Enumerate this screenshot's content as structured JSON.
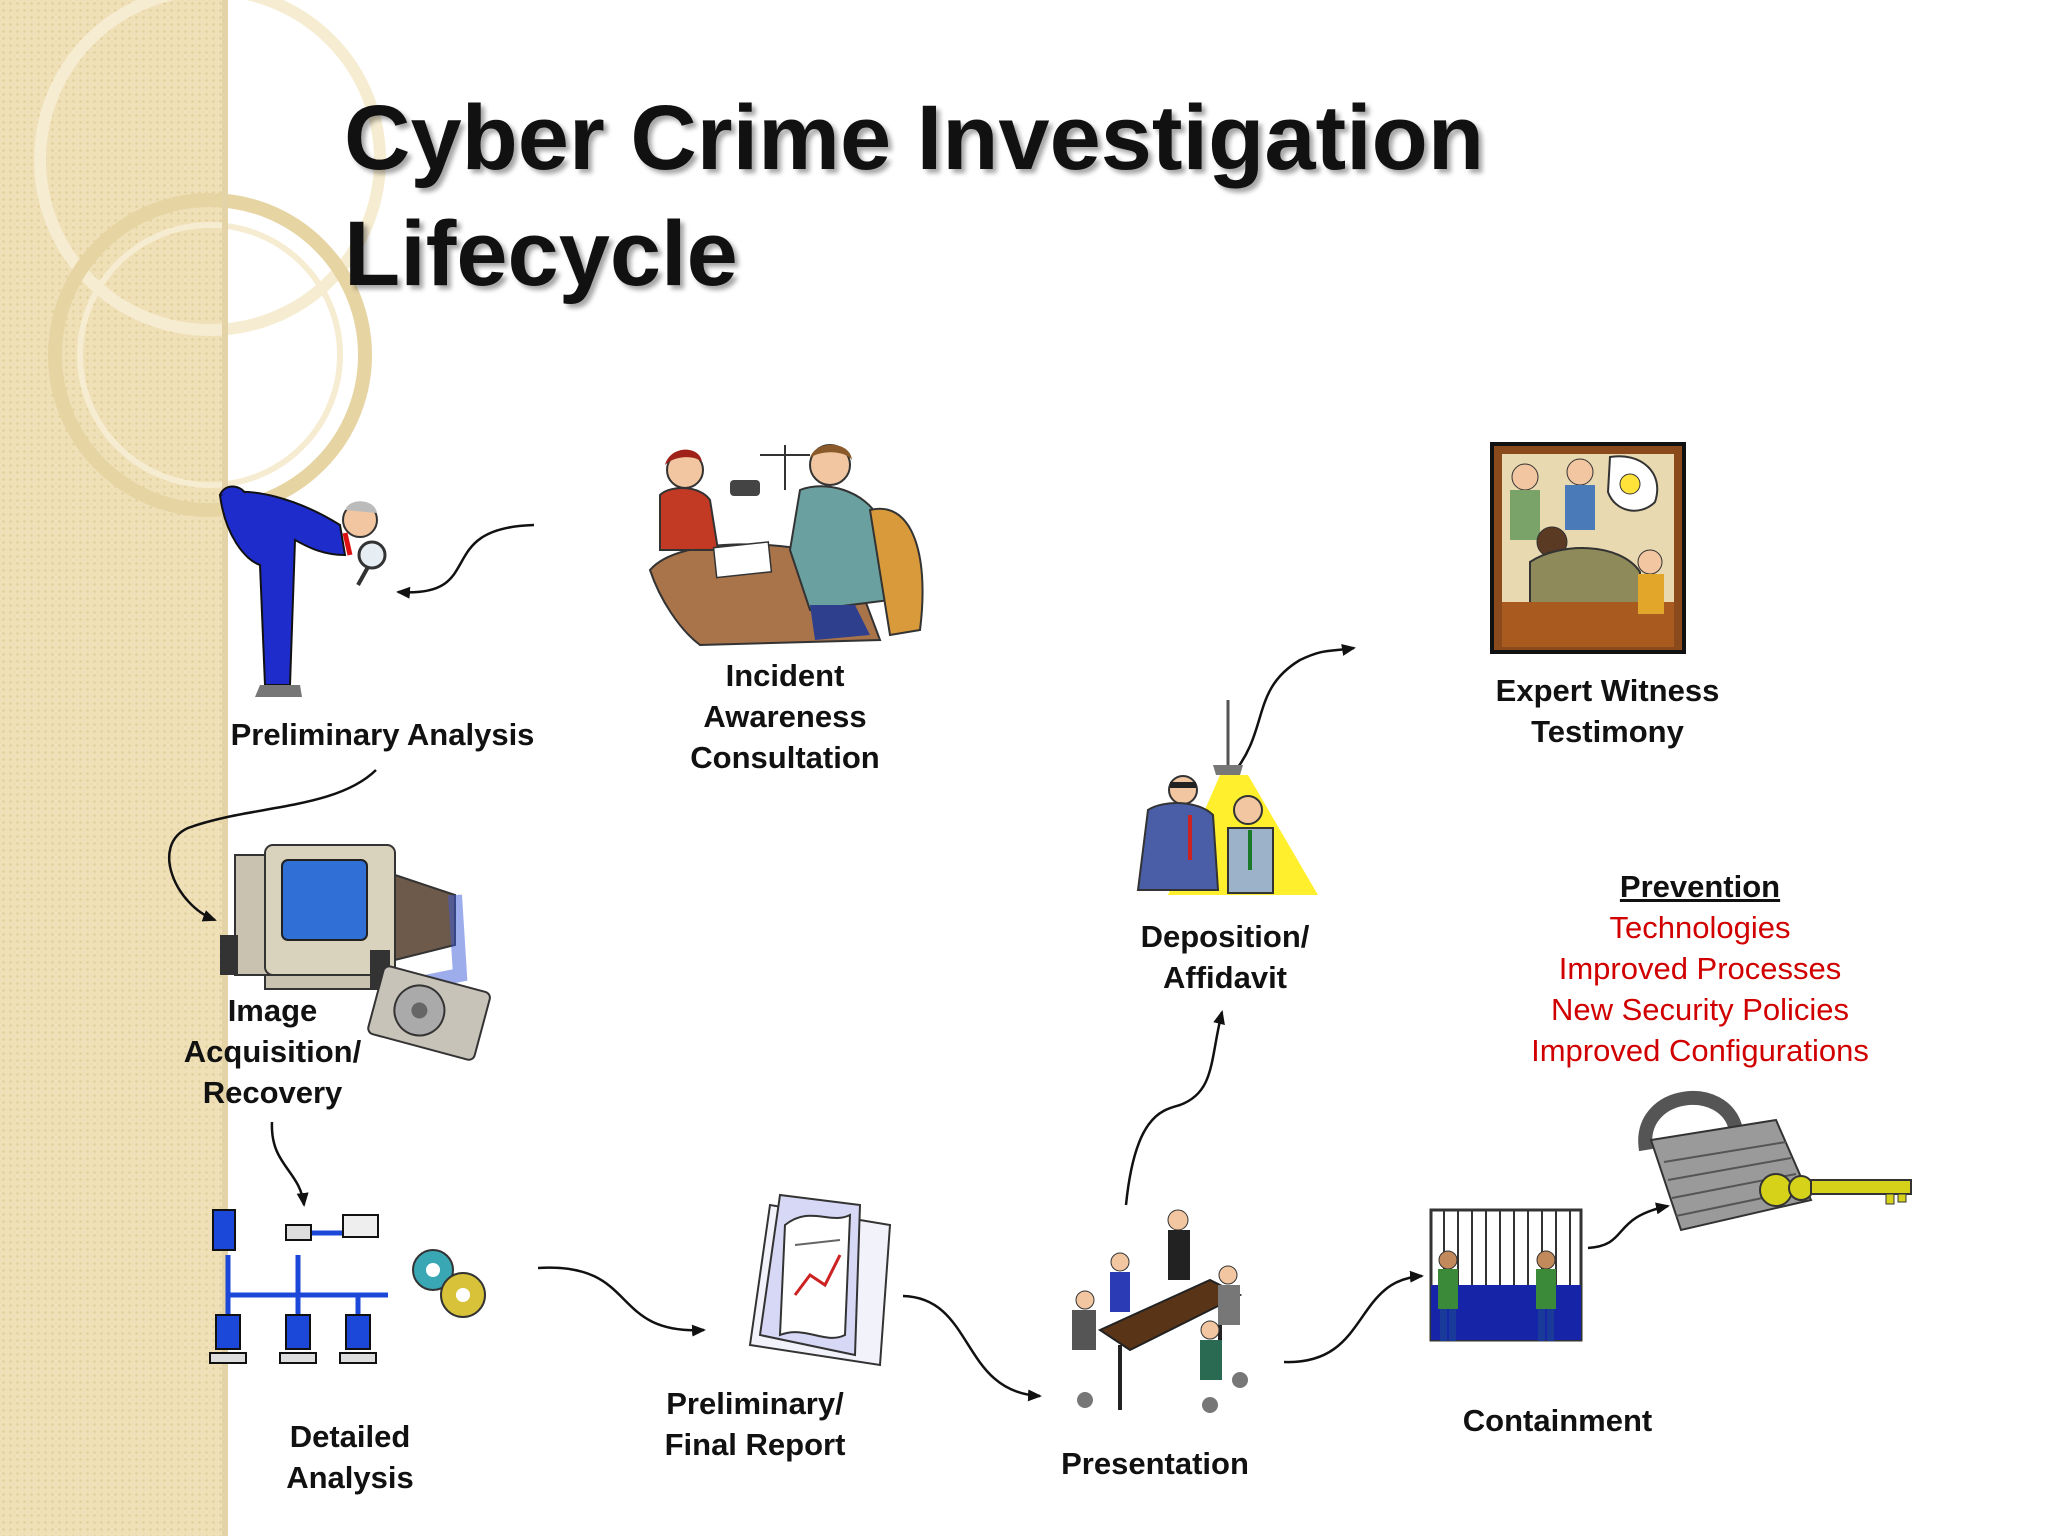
{
  "title": {
    "line1": "Cyber Crime Investigation",
    "line2": "Lifecycle"
  },
  "steps": {
    "incident": [
      "Incident",
      "Awareness",
      "Consultation"
    ],
    "preliminary_analysis": [
      "Preliminary Analysis"
    ],
    "image_acquisition": [
      "Image",
      "Acquisition/",
      "Recovery"
    ],
    "detailed_analysis": [
      "Detailed",
      "Analysis"
    ],
    "report": [
      "Preliminary/",
      "Final Report"
    ],
    "presentation": [
      "Presentation"
    ],
    "deposition": [
      "Deposition/",
      "Affidavit"
    ],
    "expert_witness": [
      "Expert Witness",
      "Testimony"
    ],
    "containment": [
      "Containment"
    ]
  },
  "prevention": {
    "title": "Prevention",
    "items": [
      "Technologies",
      "Improved Processes",
      "New Security Policies",
      "Improved Configurations"
    ]
  },
  "colors": {
    "prevention_items": "#d10000",
    "sidebar": "#efe0b8",
    "text": "#111111"
  },
  "icons": [
    "consultation-clipart",
    "magnifying-glass-inspector-clipart",
    "computer-with-hard-drive-clipart",
    "network-diagram-clipart",
    "report-document-clipart",
    "meeting-table-clipart",
    "interrogation-lamp-clipart",
    "courtroom-testimony-clipart",
    "jail-cell-guards-clipart",
    "padlock-with-key-clipart"
  ]
}
